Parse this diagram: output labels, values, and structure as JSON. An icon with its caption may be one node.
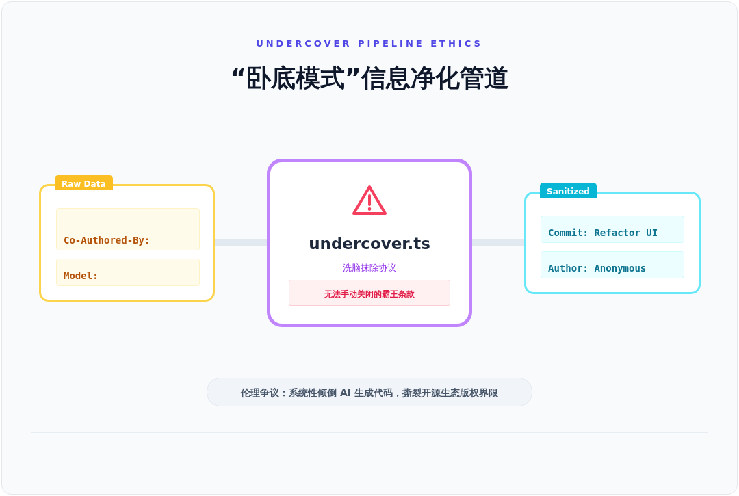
{
  "diagram": {
    "title": "“卧底模式”信息净化管道",
    "nodes": [
      {
        "text": [
          "Raw Data"
        ]
      },
      {
        "text": [
          "Co-Authored-By:"
        ],
        "in": 0
      },
      {
        "text": [
          "Model:"
        ],
        "in": 0
      },
      {
        "text": [
          "undercover.ts",
          "洗脑抹除协议"
        ]
      },
      {
        "text": [
          "无法手动关闭的霸王条款"
        ],
        "in": 3
      },
      {
        "text": [
          "Sanitized"
        ]
      },
      {
        "text": [
          "Commit: Refactor UI"
        ],
        "in": 5
      },
      {
        "text": [
          "Author: Anonymous"
        ],
        "in": 5
      }
    ],
    "edges": [
      {
        "from": 0,
        "to": 3,
        "arrow": "none"
      },
      {
        "from": 3,
        "to": 5,
        "arrow": "none"
      }
    ],
    "labels": [
      "UNDERCOVER PIPELINE ETHICS",
      "伦理争议：系统性倾倒 AI 生成代码，撕裂开源生态版权界限"
    ]
  }
}
